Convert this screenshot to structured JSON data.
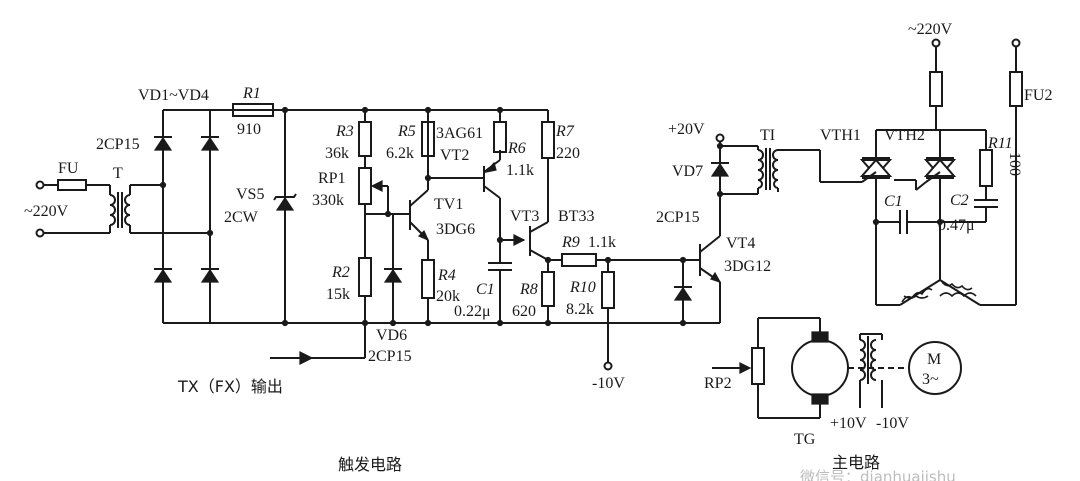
{
  "labels": {
    "mains_in": "~220V",
    "mains_top": "~220V",
    "fu": "FU",
    "fu2": "FU2",
    "t": "T",
    "diodes": "VD1~VD4",
    "diode_type": "2CP15",
    "r1": "R1",
    "r1_val": "910",
    "vs5": "VS5",
    "vs5_type": "2CW",
    "r3": "R3",
    "r3_val": "36k",
    "rp1": "RP1",
    "rp1_val": "330k",
    "r2": "R2",
    "r2_val": "15k",
    "r5": "R5",
    "r5_val": "6.2k",
    "vt2_type": "3AG61",
    "vt2": "VT2",
    "r6": "R6",
    "r6_val": "1.1k",
    "r7": "R7",
    "r7_val": "220",
    "tv1": "TV1",
    "tv1_type": "3DG6",
    "r4": "R4",
    "r4_val": "20k",
    "vt3": "VT3",
    "vt3_type": "BT33",
    "r9": "R9",
    "r9_val": "1.1k",
    "c1": "C1",
    "c1_val": "0.22μ",
    "r8": "R8",
    "r8_val": "620",
    "r10": "R10",
    "r10_val": "8.2k",
    "vd6": "VD6",
    "vd6_type": "2CP15",
    "txfx": "TX（FX）输出",
    "minus10": "-10V",
    "plus20": "+20V",
    "ti": "TI",
    "vd7": "VD7",
    "vd7_type": "2CP15",
    "vt4": "VT4",
    "vt4_type": "3DG12",
    "vth1": "VTH1",
    "vth2": "VTH2",
    "r11": "R11",
    "r11_val": "100",
    "c1_main": "C1",
    "c2": "C2",
    "c2_val": "0.47μ",
    "rp2": "RP2",
    "tg": "TG",
    "m": "M",
    "m_type": "3~",
    "plus10": "+10V",
    "minus10_main": "-10V"
  },
  "captions": {
    "trigger": "触发电路",
    "main": "主电路"
  },
  "watermark": "微信号：dianhuajishu"
}
